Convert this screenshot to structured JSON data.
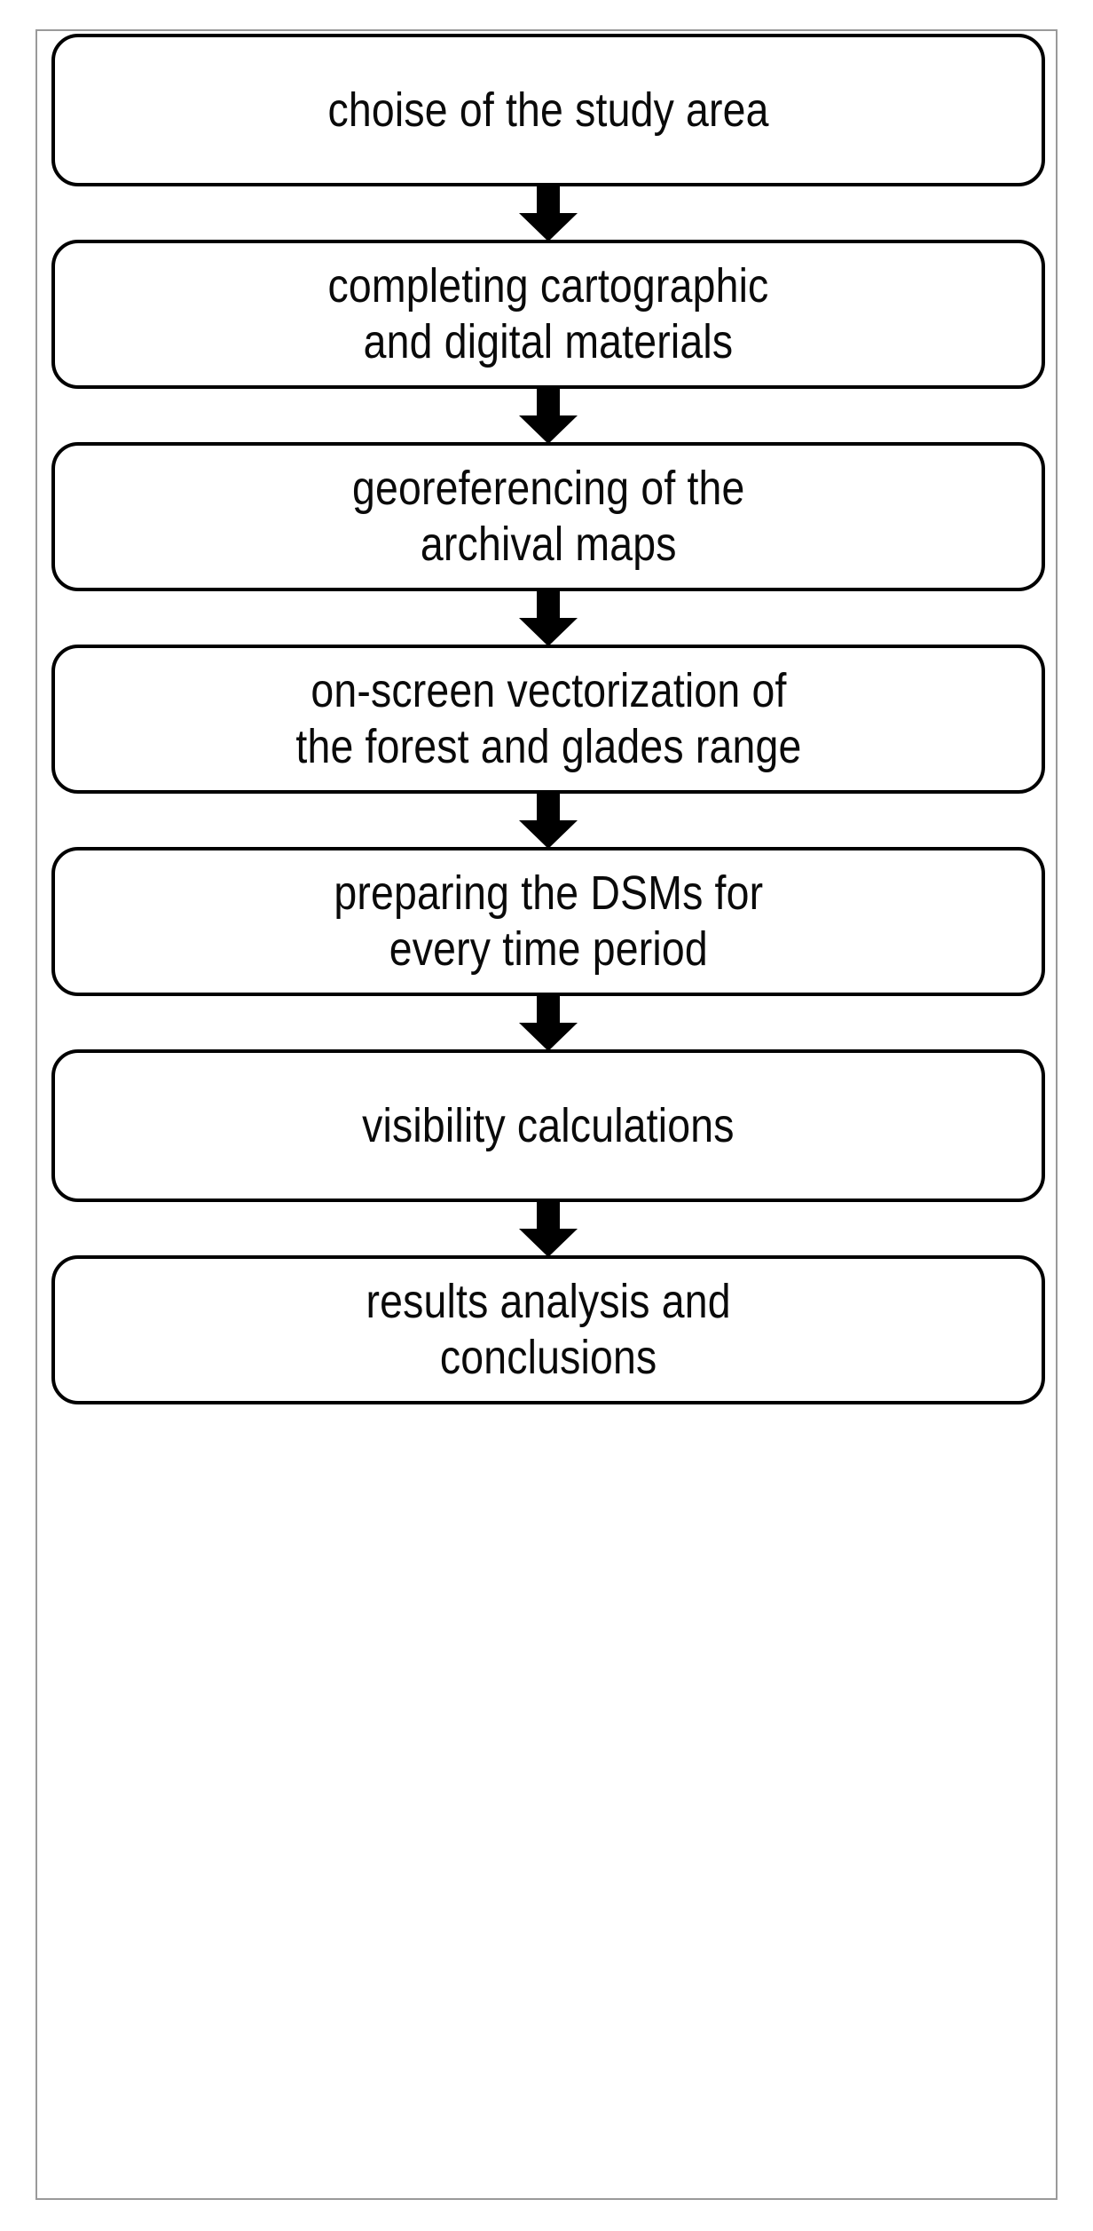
{
  "figure": {
    "type": "flowchart",
    "orientation": "vertical",
    "title": "",
    "colors": {
      "node_border": "#000000",
      "node_fill": "#ffffff",
      "arrow": "#000000",
      "frame_border": "#9a9a9a",
      "text": "#0a0a0a",
      "background": "#ffffff"
    },
    "nodes": [
      {
        "id": "node-1",
        "label": "choise of the study area",
        "lines": 1,
        "shape": "rounded-rectangle"
      },
      {
        "id": "node-2",
        "label": "completing cartographic\nand digital materials",
        "lines": 2,
        "shape": "rounded-rectangle"
      },
      {
        "id": "node-3",
        "label": "georeferencing of the\narchival maps",
        "lines": 2,
        "shape": "rounded-rectangle"
      },
      {
        "id": "node-4",
        "label": "on-screen vectorization of\nthe forest and glades range",
        "lines": 2,
        "shape": "rounded-rectangle"
      },
      {
        "id": "node-5",
        "label": "preparing the DSMs for\nevery time period",
        "lines": 2,
        "shape": "rounded-rectangle"
      },
      {
        "id": "node-6",
        "label": "visibility calculations",
        "lines": 1,
        "shape": "rounded-rectangle"
      },
      {
        "id": "node-7",
        "label": "results analysis and\nconclusions",
        "lines": 2,
        "shape": "rounded-rectangle"
      }
    ],
    "connectors": [
      {
        "id": "arrow-1",
        "from": "node-1",
        "to": "node-2",
        "style": "block-arrow",
        "direction": "down",
        "label": ""
      },
      {
        "id": "arrow-2",
        "from": "node-2",
        "to": "node-3",
        "style": "block-arrow",
        "direction": "down",
        "label": ""
      },
      {
        "id": "arrow-3",
        "from": "node-3",
        "to": "node-4",
        "style": "block-arrow",
        "direction": "down",
        "label": ""
      },
      {
        "id": "arrow-4",
        "from": "node-4",
        "to": "node-5",
        "style": "block-arrow",
        "direction": "down",
        "label": ""
      },
      {
        "id": "arrow-5",
        "from": "node-5",
        "to": "node-6",
        "style": "block-arrow",
        "direction": "down",
        "label": ""
      },
      {
        "id": "arrow-6",
        "from": "node-6",
        "to": "node-7",
        "style": "block-arrow",
        "direction": "down",
        "label": ""
      }
    ]
  }
}
